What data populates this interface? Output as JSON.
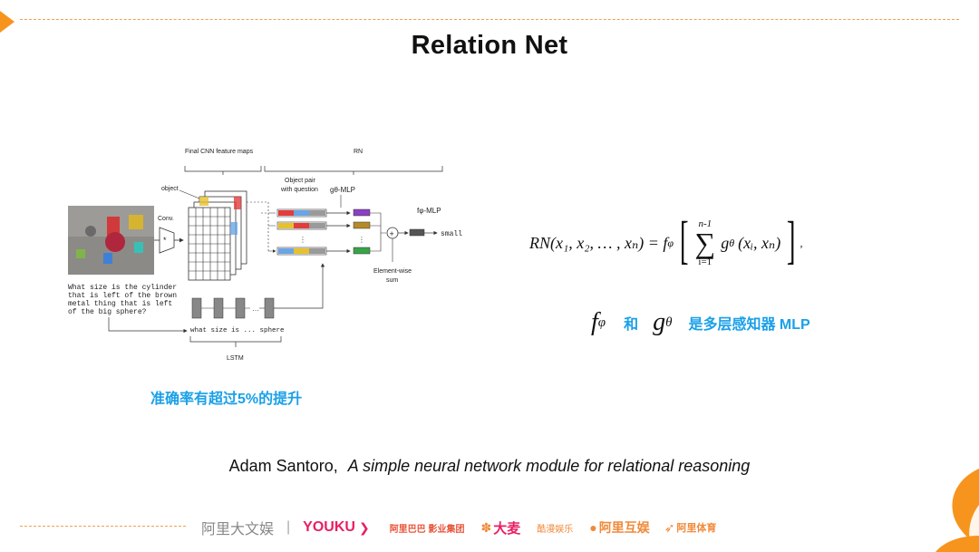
{
  "slide": {
    "title": "Relation Net",
    "improvement_note": "准确率有超过5%的提升",
    "citation": {
      "author": "Adam Santoro,",
      "paper_title": "A simple neural network module for relational reasoning"
    }
  },
  "diagram": {
    "label_cnn": "Final CNN feature maps",
    "label_rn": "RN",
    "label_object": "object",
    "label_conv": "Conv.",
    "label_conv_op": "*",
    "label_pair_line1": "Object pair",
    "label_pair_line2": "with question",
    "label_g": "gθ-MLP",
    "label_f": "fφ-MLP",
    "label_sum_op": "+",
    "label_elementwise_line1": "Element-wise",
    "label_elementwise_line2": "sum",
    "label_output": "small",
    "label_lstm": "LSTM",
    "label_words": "what size   is ... sphere",
    "question_lines": [
      "What size is the cylinder",
      "that is left of the brown",
      "metal thing that is left",
      "of the big sphere?"
    ]
  },
  "formula": {
    "lhs": "RN(x₁, x₂, … , xₙ) = f",
    "lhs_sub": "φ",
    "sum_top": "n-1",
    "sum_bottom": "i=1",
    "summand": "g",
    "summand_sub": "θ",
    "summand_args": "(xᵢ, xₙ)",
    "trailing": ","
  },
  "fg_line": {
    "f": "f",
    "f_sub": "φ",
    "and": "和",
    "g": "g",
    "g_sub": "θ",
    "desc": "是多层感知器 MLP"
  },
  "footer_logos": [
    {
      "text": "阿里大文娱",
      "color": "#888888"
    },
    {
      "text": "|",
      "color": "#aaaaaa"
    },
    {
      "text": "YOUKU",
      "color": "#e91e63"
    },
    {
      "text": "阿里巴巴 影业集团",
      "color": "#e8543a"
    },
    {
      "text": "大麦",
      "color": "#e91e63"
    },
    {
      "text": "酷漫娱乐",
      "color": "#f08a3a"
    },
    {
      "text": "阿里互娱",
      "color": "#f08a3a"
    },
    {
      "text": "阿里体育",
      "color": "#f08a3a"
    }
  ],
  "colors": {
    "accent_blue": "#1aa0e8",
    "accent_orange": "#f7941d"
  }
}
